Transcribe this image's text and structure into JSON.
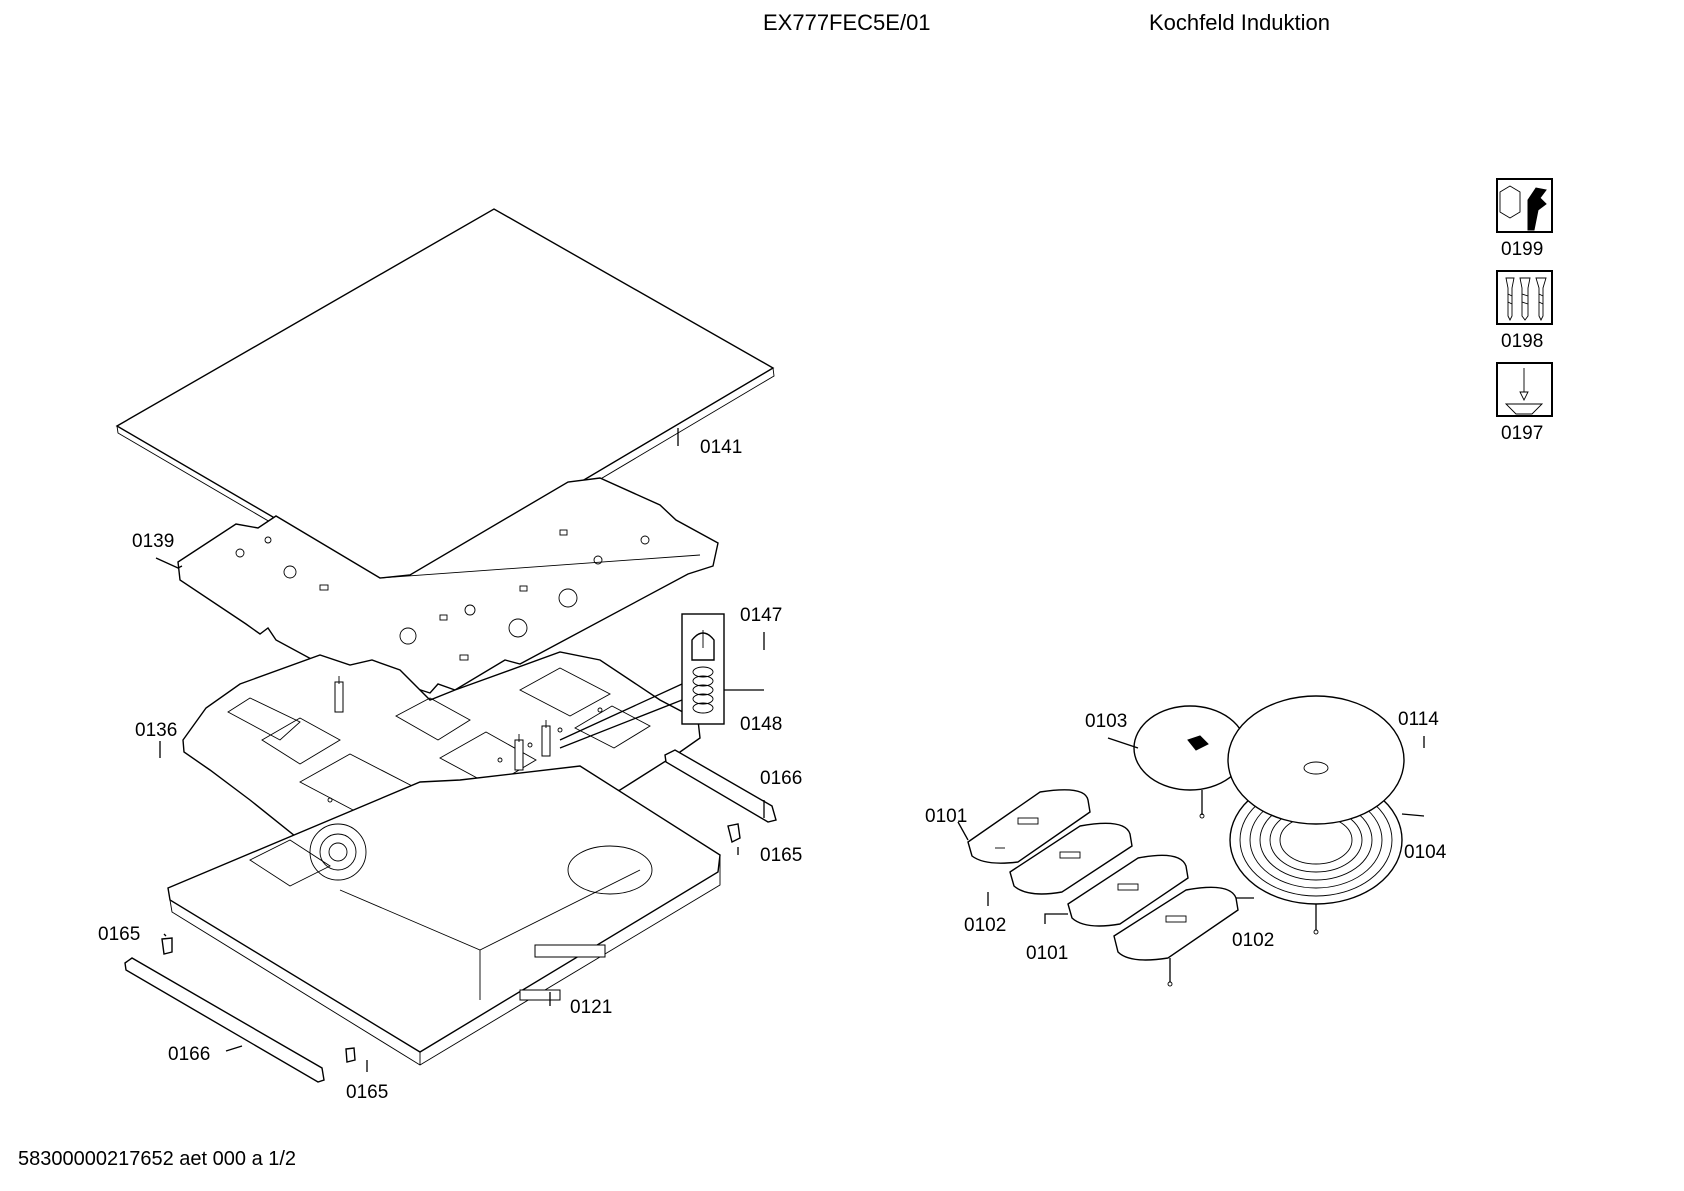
{
  "header": {
    "model": "EX777FEC5E/01",
    "title": "Kochfeld Induktion"
  },
  "footer": {
    "text": "58300000217652 aet 000 a 1/2"
  },
  "icons": [
    {
      "label": "0199",
      "icon": "wrench-nut-icon"
    },
    {
      "label": "0198",
      "icon": "screws-icon"
    },
    {
      "label": "0197",
      "icon": "screwdriver-icon"
    }
  ],
  "parts": {
    "p0141": "0141",
    "p0139": "0139",
    "p0147": "0147",
    "p0148": "0148",
    "p0136": "0136",
    "p0166a": "0166",
    "p0165a": "0165",
    "p0165b": "0165",
    "p0121": "0121",
    "p0166b": "0166",
    "p0165c": "0165",
    "p0103": "0103",
    "p0114": "0114",
    "p0101a": "0101",
    "p0104": "0104",
    "p0102a": "0102",
    "p0101b": "0101",
    "p0102b": "0102"
  }
}
